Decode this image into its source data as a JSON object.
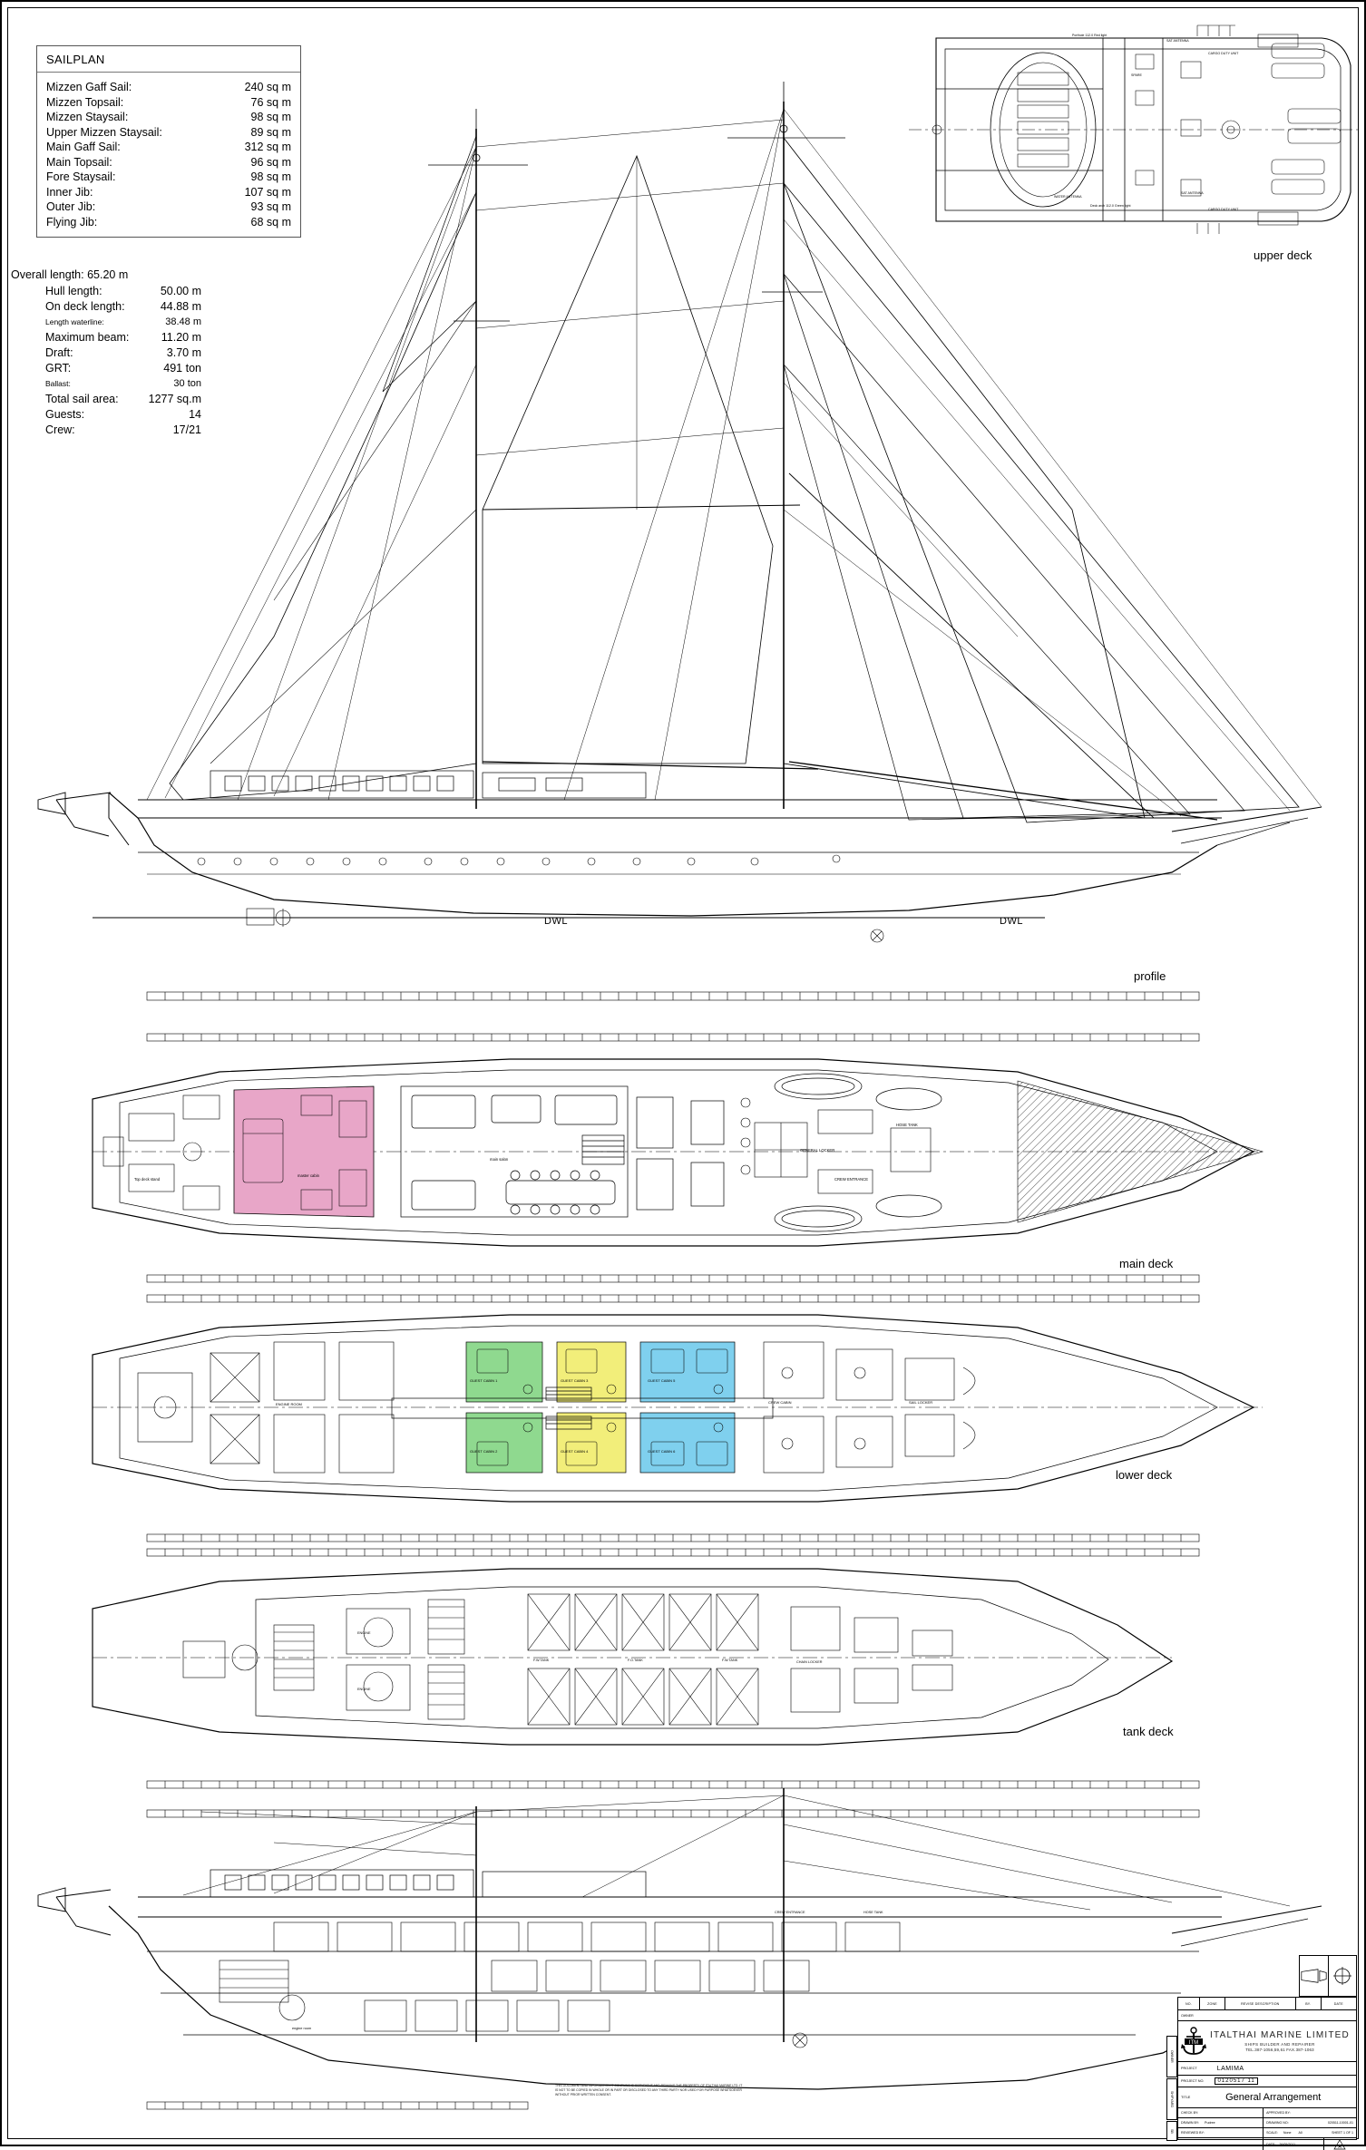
{
  "drawing": {
    "sheet_title": "General Arrangement",
    "vessel_name": "LAMIMA"
  },
  "sailplan": {
    "header": "SAILPLAN",
    "rows": [
      {
        "label": "Mizzen Gaff Sail:",
        "value": "240 sq m"
      },
      {
        "label": "Mizzen Topsail:",
        "value": "76 sq m"
      },
      {
        "label": "Mizzen Staysail:",
        "value": "98 sq m"
      },
      {
        "label": "Upper Mizzen Staysail:",
        "value": "89 sq m"
      },
      {
        "label": "Main Gaff Sail:",
        "value": "312 sq m"
      },
      {
        "label": "Main Topsail:",
        "value": "96 sq m"
      },
      {
        "label": "Fore Staysail:",
        "value": "98 sq m"
      },
      {
        "label": "Inner Jib:",
        "value": "107 sq m"
      },
      {
        "label": "Outer Jib:",
        "value": "93 sq m"
      },
      {
        "label": "Flying Jib:",
        "value": "68 sq m"
      }
    ]
  },
  "specs": {
    "overall": "Overall length: 65.20 m",
    "rows": [
      {
        "label": "Hull length:",
        "value": "50.00 m",
        "small": false
      },
      {
        "label": "On deck length:",
        "value": "44.88 m",
        "small": false
      },
      {
        "label": "Length waterline:",
        "value": "38.48 m",
        "small": true
      },
      {
        "label": "Maximum beam:",
        "value": "11.20 m",
        "small": false
      },
      {
        "label": "Draft:",
        "value": "3.70 m",
        "small": false
      },
      {
        "label": "GRT:",
        "value": "491 ton",
        "small": false
      },
      {
        "label": "Ballast:",
        "value": "30 ton",
        "small": true
      },
      {
        "label": "Total sail area:",
        "value": "1277 sq.m",
        "small": false
      },
      {
        "label": "Guests:",
        "value": "14",
        "small": false
      },
      {
        "label": "Crew:",
        "value": "17/21",
        "small": false
      }
    ]
  },
  "views": {
    "upper_deck": "upper deck",
    "profile": "profile",
    "main_deck": "main deck",
    "lower_deck": "lower deck",
    "tank_deck": "tank deck",
    "dwl_left": "DWL",
    "dwl_right": "DWL"
  },
  "titleblock": {
    "revision_header": [
      "NO.",
      "ZONE",
      "REVISE DESCRIPTION",
      "BY.",
      "DATE"
    ],
    "owner_label": "OWNER",
    "company_name": "ITALTHAI MARINE LIMITED",
    "company_sub": "SHIPS BUILDER AND REPAIRER",
    "company_tel": "TEL.387-1056,59,61  FAX.387-1063",
    "project_label": "PROJECT",
    "project_value": "LAMIMA",
    "project_no_label": "PROJECT NO.",
    "project_no_value": "0120517 11",
    "title_label": "TITLE",
    "title_value": "General Arrangement",
    "check_by_label": "CHECK BY:",
    "approved_by_label": "APPROVED BY:",
    "drawn_by_label": "DRAWN BY:",
    "drawn_by_value": "Pudree",
    "drawing_no_label": "DRAWING NO:",
    "drawing_no_value": "020511-10001-01",
    "reviewed_by_label": "REVIEWED BY:",
    "scale_label": "SCALE:",
    "scale_value": "None",
    "size_value": "A0",
    "sheet_value": "SHEET 1 OF 1",
    "date_label": "DATE:",
    "date_value": "26/05/2011",
    "rev_label": "REV",
    "rev_value": "A",
    "side_owner": "OWNER",
    "side_shipyard": "SHIPYARD",
    "side_sb": "SB"
  },
  "notes": {
    "disclaimer": "THIS DOCUMENT AND INFORMATION IT CONTAINS IS COPYRIGHT AND REMAINS THE PROPERTY OF ITALTHAI MARINE LTD. IT IS NOT TO BE COPIED IN WHOLE OR IN PART OR DISCLOSED TO ANY THIRD PARTY NOR USED FOR PURPOSE WHATSOEVER WITHOUT PRIOR WRITTEN CONSENT."
  },
  "colors": {
    "cabin_pink": "#e8a6c8",
    "cabin_green": "#8fd98f",
    "cabin_yellow": "#f2ee7a",
    "cabin_blue": "#7fd0ee",
    "line": "#000000"
  }
}
